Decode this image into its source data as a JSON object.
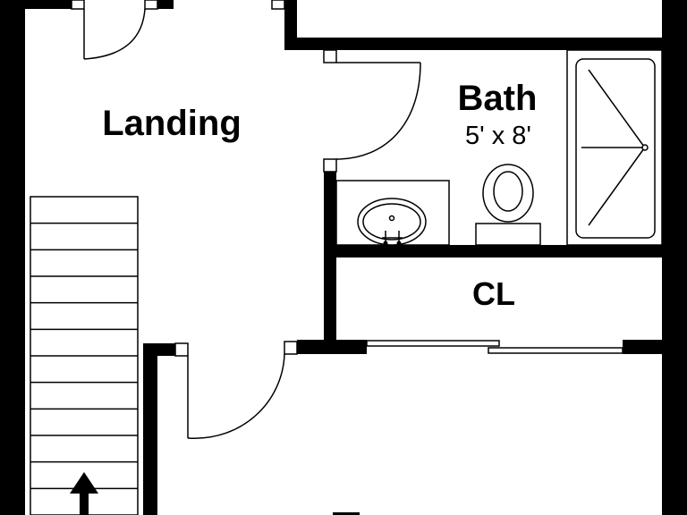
{
  "rooms": {
    "landing": {
      "label": "Landing"
    },
    "bath": {
      "label": "Bath",
      "dimensions": "5' x 8'"
    },
    "closet": {
      "label": "CL"
    }
  },
  "stairs": {
    "direction": "up",
    "tread_count": 12
  },
  "colors": {
    "wall": "#000000",
    "background": "#ffffff"
  }
}
